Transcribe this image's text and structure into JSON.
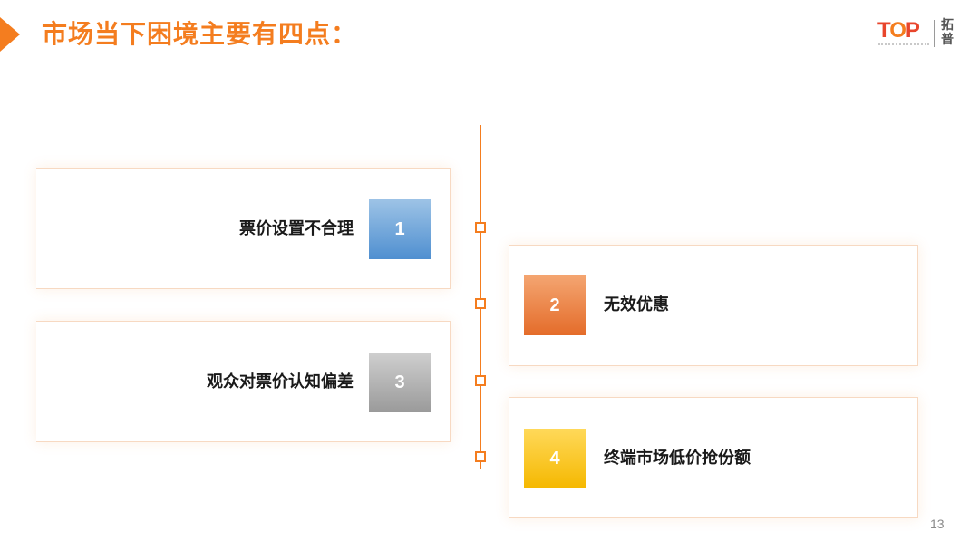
{
  "slide": {
    "title": "市场当下困境主要有四点：",
    "page_number": "13"
  },
  "logo": {
    "wordmark": [
      "T",
      "O",
      "P"
    ],
    "chinese": "拓普"
  },
  "items": [
    {
      "number": "1",
      "label": "票价设置不合理",
      "color": "#5b9bd5"
    },
    {
      "number": "2",
      "label": "无效优惠",
      "color": "#ed7d31"
    },
    {
      "number": "3",
      "label": "观众对票价认知偏差",
      "color": "#a5a5a5"
    },
    {
      "number": "4",
      "label": "终端市场低价抢份额",
      "color": "#ffc000"
    }
  ],
  "colors": {
    "accent": "#f47d1f",
    "title": "#f47d1f"
  }
}
